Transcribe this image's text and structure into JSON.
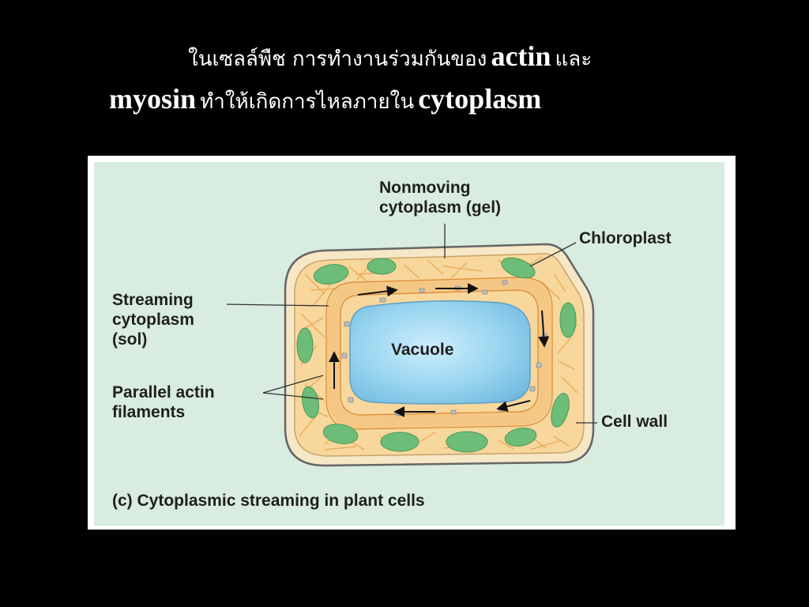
{
  "title": {
    "line1": {
      "thai_a": "ในเซลล์พืช การทำงานร่วมกันของ",
      "latin_a": "actin",
      "thai_b": "และ"
    },
    "line2": {
      "latin_a": "myosin",
      "thai_a": "ทำให้เกิดการไหลภายใน",
      "latin_b": "cytoplasm"
    }
  },
  "diagram": {
    "labels": {
      "nonmoving_1": "Nonmoving",
      "nonmoving_2": "cytoplasm (gel)",
      "chloroplast": "Chloroplast",
      "streaming_1": "Streaming",
      "streaming_2": "cytoplasm",
      "streaming_3": "(sol)",
      "vacuole": "Vacuole",
      "parallel_1": "Parallel actin",
      "parallel_2": "filaments",
      "cell_wall": "Cell wall"
    },
    "caption": "(c) Cytoplasmic streaming in plant cells",
    "colors": {
      "slide_bg": "#000000",
      "panel_bg": "#d8ecdf",
      "cell_wall": "#f6e7c6",
      "cytoplasm": "#f7d79c",
      "chloroplast": "#6dbd78",
      "vacuole": "#8fd0ee",
      "filaments": "#e8a04a"
    }
  }
}
